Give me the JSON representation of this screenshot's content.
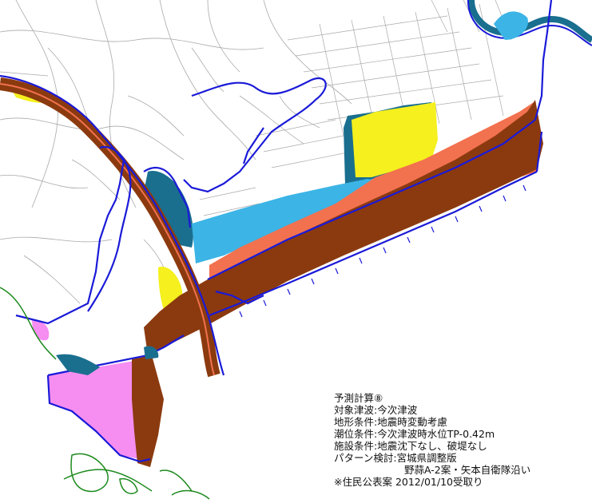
{
  "map": {
    "colors": {
      "background": "#ffffff",
      "road": "#a9a9a9",
      "boundary": "#1a1ad8",
      "coast_green": "#1d8a1d",
      "depth_brown": "#8b3a0f",
      "depth_orange": "#f2714f",
      "depth_pink": "#f58ef0",
      "depth_yellow": "#f5f01e",
      "depth_teal": "#1a6f8f",
      "depth_cyan": "#3cb4e6"
    }
  },
  "legend": {
    "title": "予測計算⑧",
    "line1": "対象津波:今次津波",
    "line2": "地形条件:地震時変動考慮",
    "line3": "潮位条件:今次津波時水位TP-0.42m",
    "line4": "施設条件:地震沈下なし、破堤なし",
    "line5": "パターン検討:宮城県調整版",
    "line6": "野蒜A-2案・矢本自衛隊沿い",
    "line7": "※住民公表案 2012/01/10受取り"
  }
}
